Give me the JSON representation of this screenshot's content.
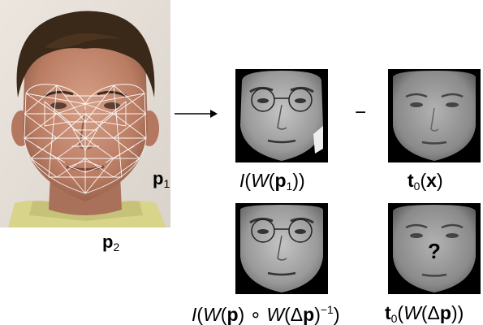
{
  "labels": {
    "p1": {
      "sym": "p",
      "sub": "1"
    },
    "p2": {
      "sym": "p",
      "sub": "2"
    },
    "minus": "−",
    "warped": {
      "I": "I",
      "W": "W",
      "p": "p",
      "sub": "1"
    },
    "template": {
      "t": "t",
      "sub": "0",
      "x": "x"
    },
    "inverse": {
      "I": "I",
      "W": "W",
      "p": "p",
      "circ": "∘",
      "W2": "W",
      "delta": "Δ",
      "p2": "p",
      "exp": "−1"
    },
    "template_warp": {
      "t": "t",
      "sub": "0",
      "W": "W",
      "delta": "Δ",
      "p": "p"
    },
    "question": "?"
  }
}
